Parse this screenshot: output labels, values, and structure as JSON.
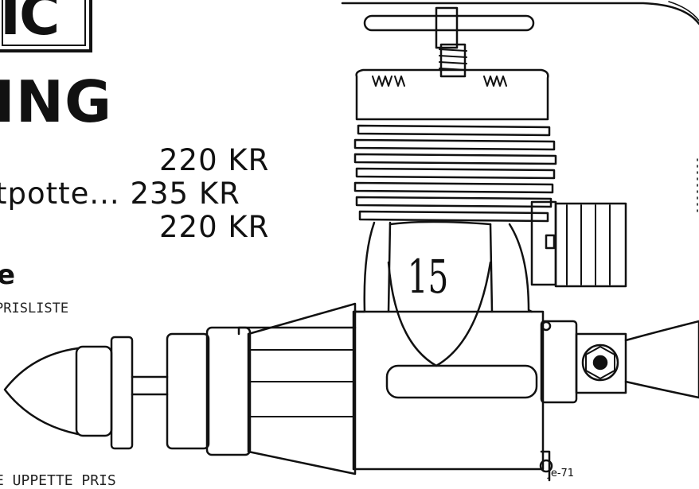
{
  "logo": {
    "text": "IC"
  },
  "headline": "ING",
  "prices": [
    {
      "label": "",
      "price": "220 KR"
    },
    {
      "label": "tpotte...",
      "price": "235 KR"
    },
    {
      "label": "",
      "price": "220 KR"
    }
  ],
  "subhead": "e",
  "price_list_text": "PRISLISTE",
  "bottom_text": "E UPPETTE PRIS",
  "engine_label": "15",
  "signature": "Je-71"
}
